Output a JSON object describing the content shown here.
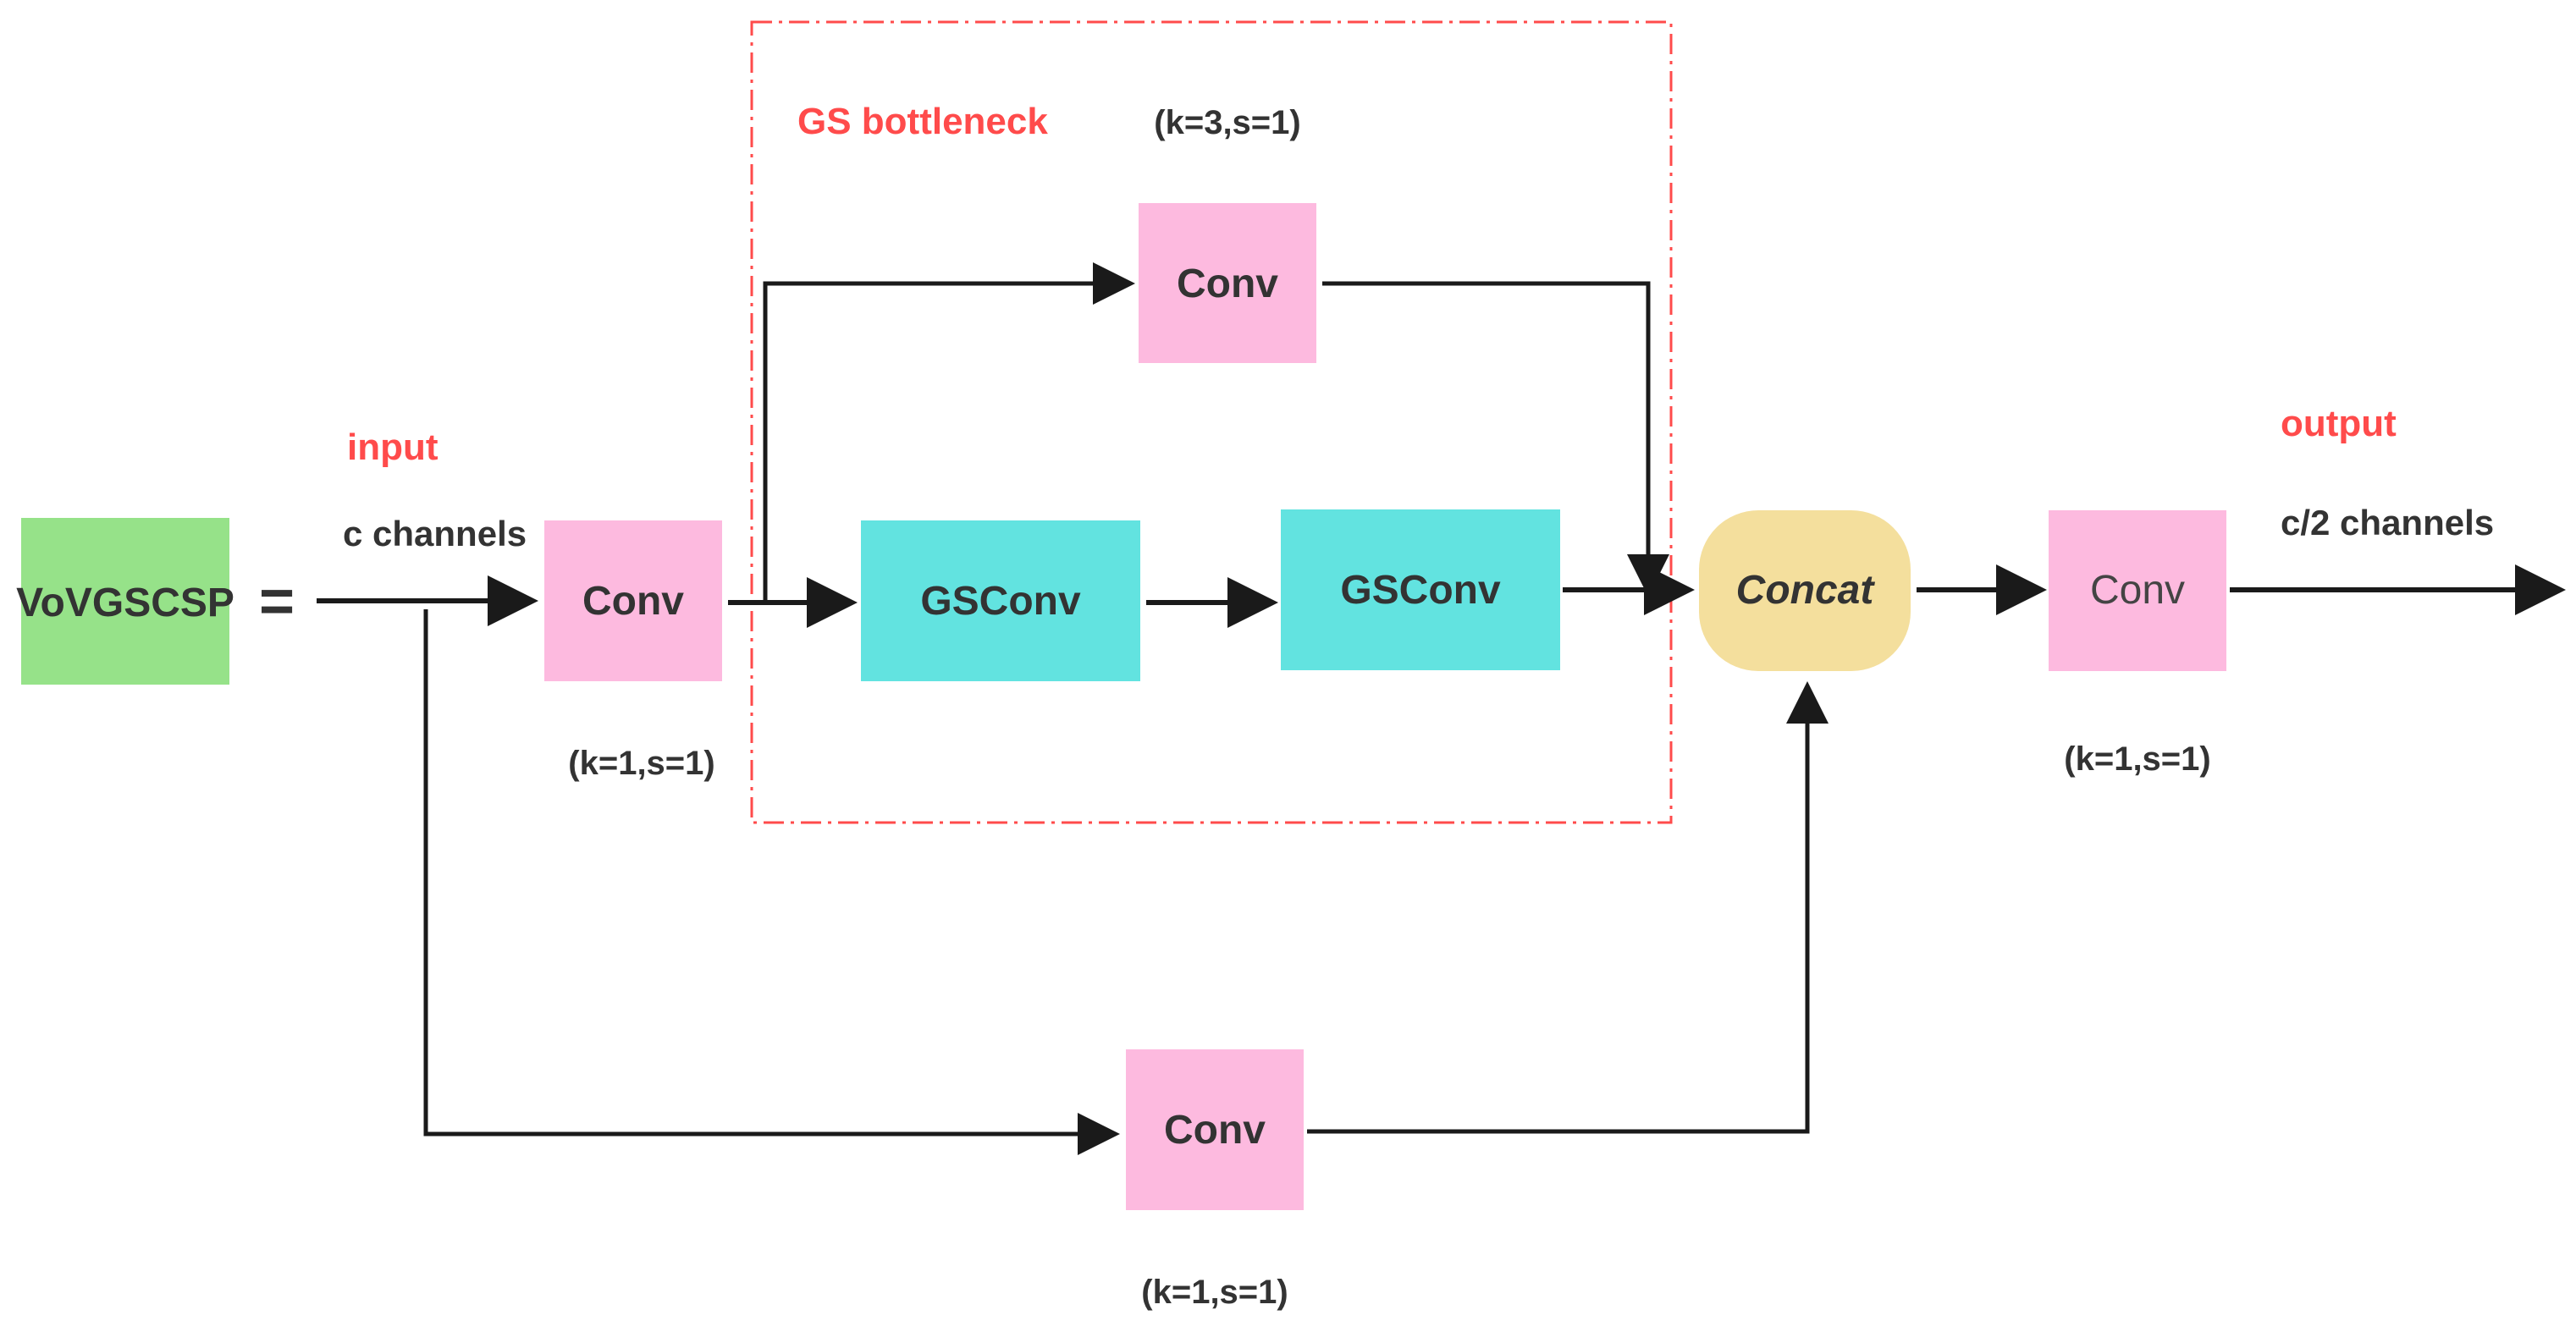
{
  "colors": {
    "pink": "#fdbadf",
    "cyan": "#62e3e0",
    "green": "#96e289",
    "concat": "#f4df9d",
    "red_accent": "#ff4b4b",
    "line": "#1a1a1a"
  },
  "module": {
    "name": "VoVGSCSP",
    "equals": "="
  },
  "input": {
    "title": "input",
    "channels": "c channels"
  },
  "output": {
    "title": "output",
    "channels": "c/2  channels"
  },
  "bottleneck": {
    "title": "GS bottleneck"
  },
  "nodes": {
    "conv_in": {
      "label": "Conv",
      "params": "(k=1,s=1)"
    },
    "conv_top": {
      "label": "Conv",
      "params": "(k=3,s=1)"
    },
    "gsconv_1": {
      "label": "GSConv"
    },
    "gsconv_2": {
      "label": "GSConv"
    },
    "concat": {
      "label": "Concat"
    },
    "conv_out": {
      "label": "Conv",
      "params": "(k=1,s=1)"
    },
    "conv_bottom": {
      "label": "Conv",
      "params": "(k=1,s=1)"
    }
  }
}
